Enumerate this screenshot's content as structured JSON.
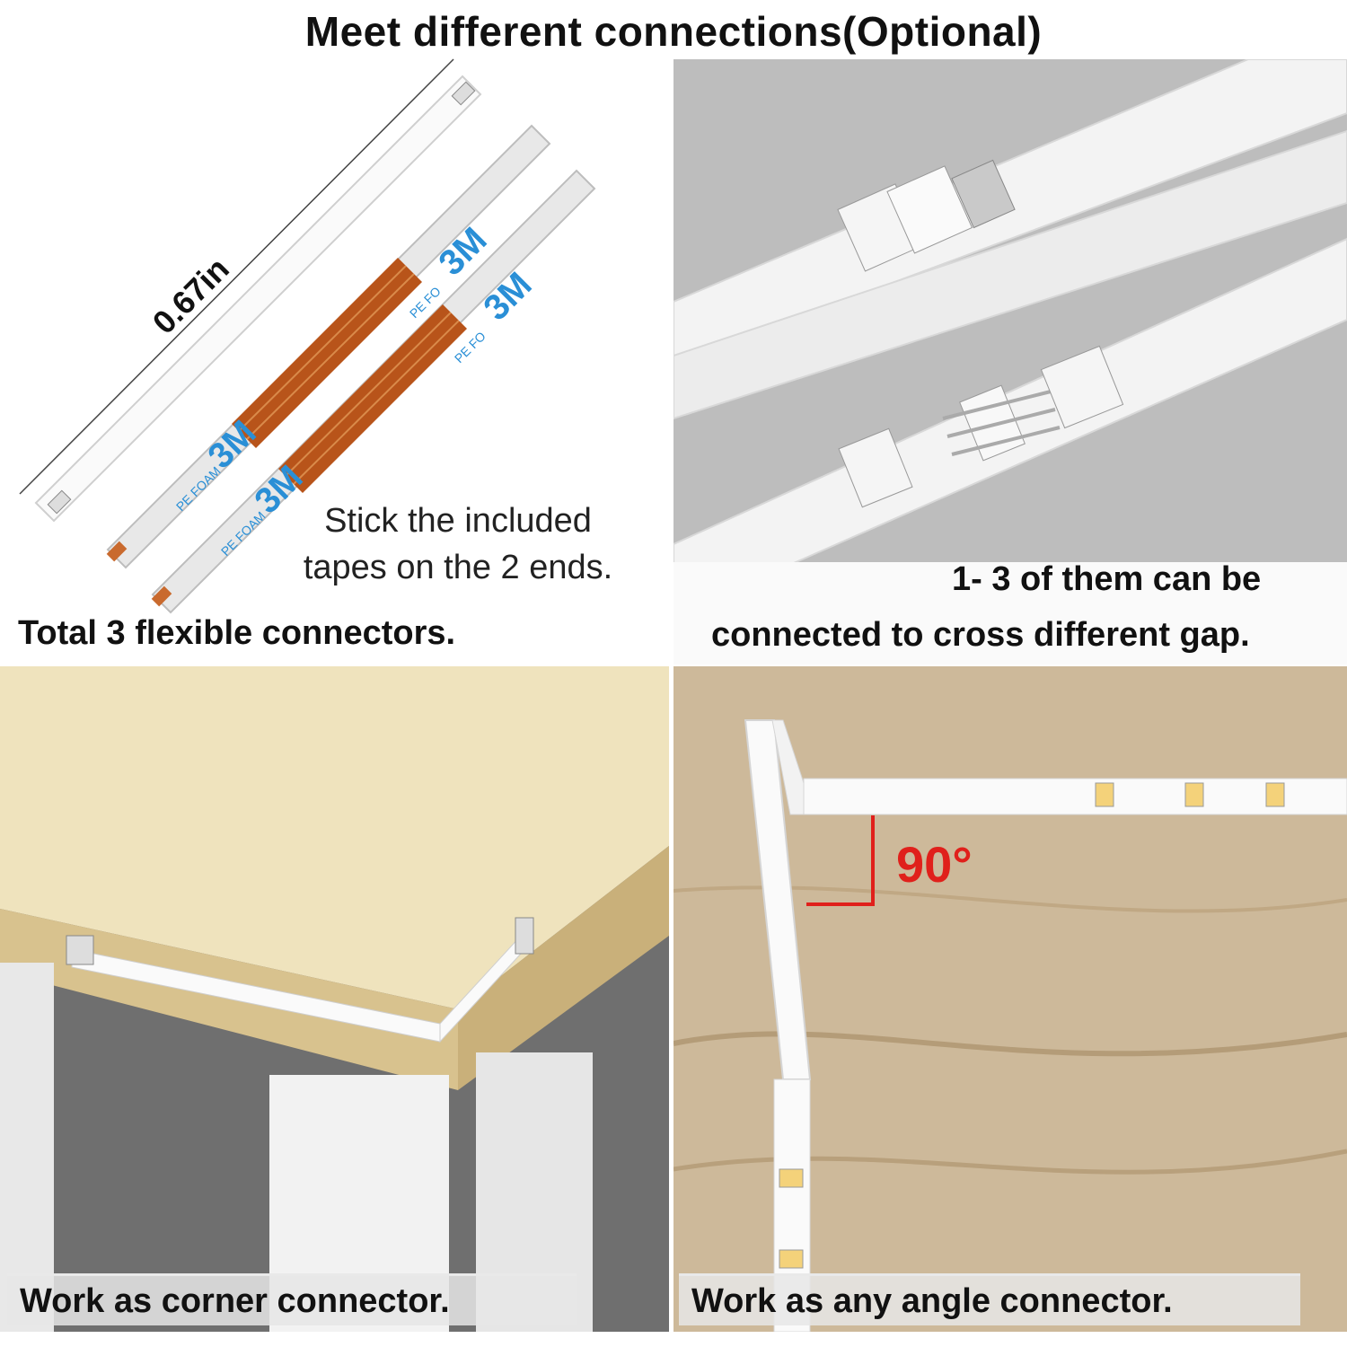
{
  "title": "Meet different connections(Optional)",
  "panels": {
    "top_left": {
      "dimension_label": "0.67in",
      "tape_brand": "3M",
      "tape_text": "PE FOAM",
      "tape_text_cut": "PE FO",
      "note_line1": "Stick the included",
      "note_line2": "tapes on the 2 ends.",
      "caption": "Total 3 flexible connectors."
    },
    "top_right": {
      "caption_line1": "1- 3 of them can be",
      "caption_line2": "connected to cross different gap."
    },
    "bottom_left": {
      "caption": "Work as corner connector."
    },
    "bottom_right": {
      "angle_label": "90°",
      "caption": "Work as any angle connector."
    }
  },
  "colors": {
    "angle_red": "#e0201b",
    "tape_blue": "#2a8fd6",
    "copper": "#b8541a",
    "gray_bg": "#bdbdbd",
    "wood_light": "#efe3bd"
  }
}
